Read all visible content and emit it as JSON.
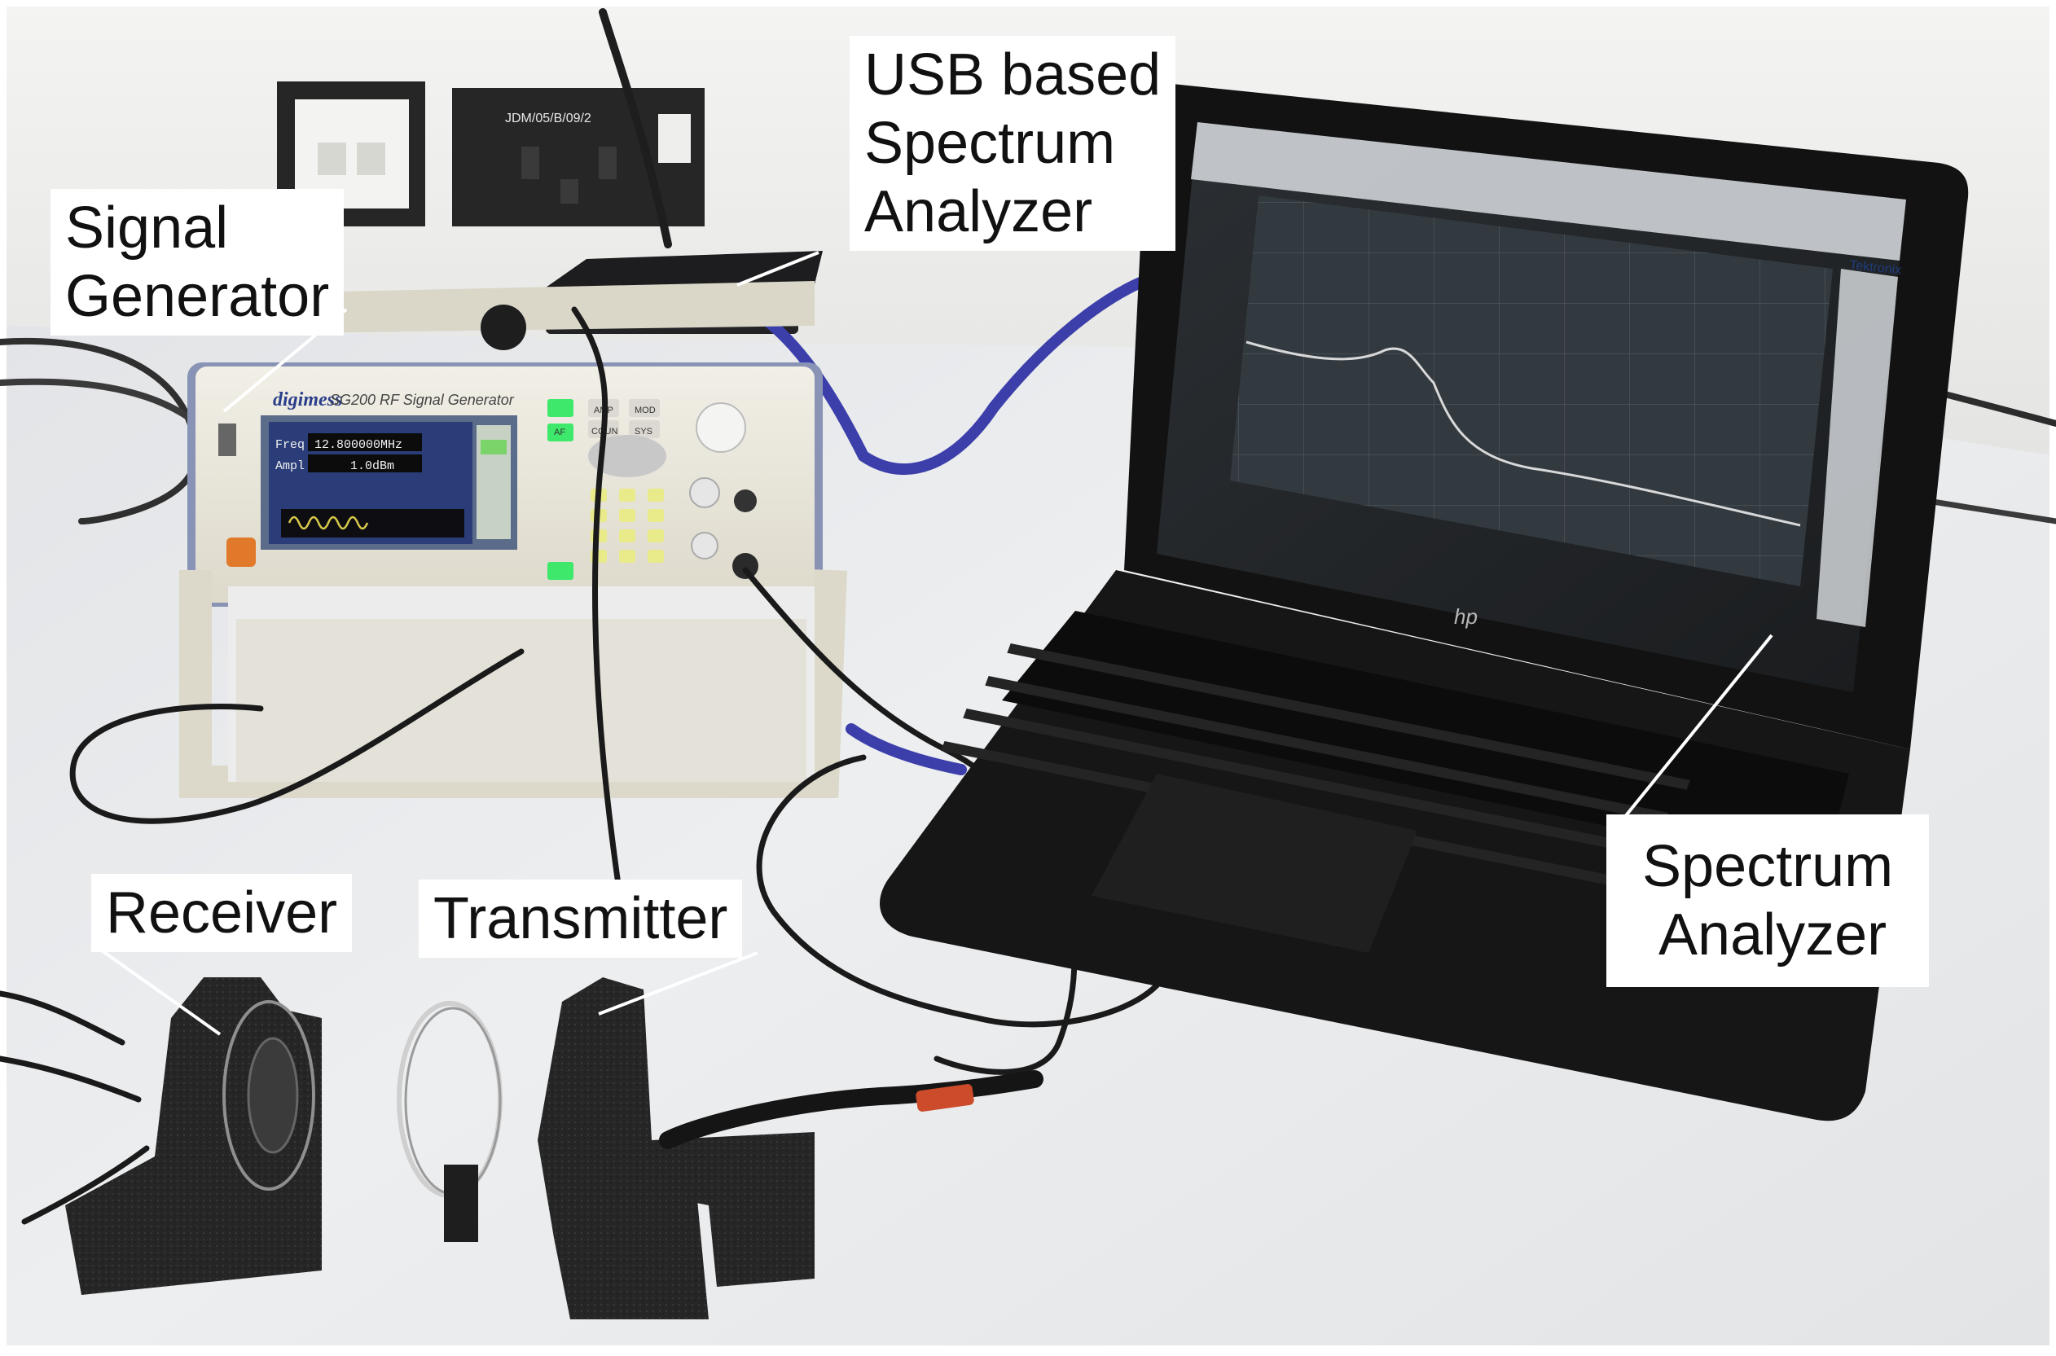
{
  "labels": {
    "signal_generator": [
      "Signal",
      "Generator"
    ],
    "usb_analyzer": [
      "USB based",
      "Spectrum",
      "Analyzer"
    ],
    "spectrum_analyzer": [
      "Spectrum",
      "Analyzer"
    ],
    "receiver": "Receiver",
    "transmitter": "Transmitter"
  },
  "device_text": {
    "generator_brand": "digimess",
    "generator_model": "SG200 RF Signal Generator",
    "freq_label": "Freq",
    "freq_value": "12.800000MHz",
    "ampl_label": "Ampl",
    "ampl_value": "1.0dBm",
    "btn_amp": "AMP",
    "btn_mod": "MOD",
    "btn_af": "AF",
    "btn_coun": "COUN",
    "btn_sys": "SYS",
    "laptop_brand": "hp",
    "scope_brand": "Tektronix",
    "wall_label": "JDM/05/B/09/2"
  },
  "colors": {
    "wall": "#eeeeec",
    "desk": "#e9eaec",
    "laptop": "#141414",
    "foam": "#262626",
    "cable_blue": "#3c3faa",
    "led_green": "#3de86a"
  }
}
